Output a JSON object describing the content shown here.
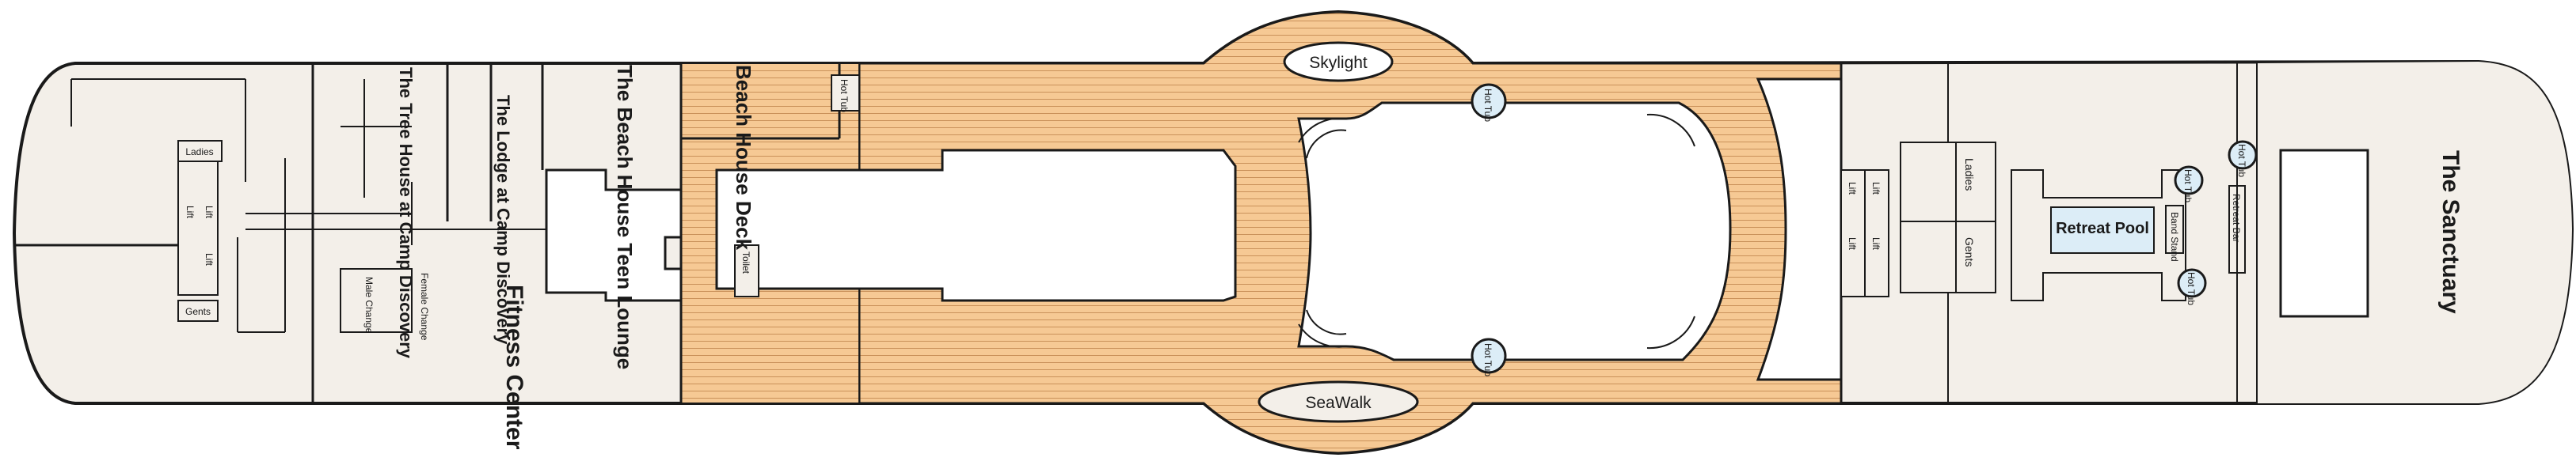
{
  "deck": {
    "colors": {
      "hull_fill": "#f3efe9",
      "wood_deck": "#f6c994",
      "wood_lines": "#c9915a",
      "pool_fill": "#dcedf7",
      "outline": "#1a1a1a",
      "open_area": "#ffffff"
    },
    "labels": {
      "skylight": "Skylight",
      "seawalk": "SeaWalk",
      "beach_house_deck": "Beach House Deck",
      "beach_house_teen_lounge": "The Beach House Teen Lounge",
      "lodge_camp_discovery": "The Lodge at Camp Discovery",
      "tree_house_camp_discovery": "The Tree House at Camp Discovery",
      "fitness_center": "Fitness Center",
      "ladies": "Ladies",
      "gents": "Gents",
      "lift": "Lift",
      "hot_tub": "Hot Tub",
      "toilet": "Toilet",
      "male_change": "Male Change",
      "female_change": "Female Change",
      "retreat_pool": "Retreat Pool",
      "band_stand": "Band Stand",
      "retreat_bar": "Retreat Bar",
      "the_sanctuary": "The Sanctuary"
    }
  }
}
